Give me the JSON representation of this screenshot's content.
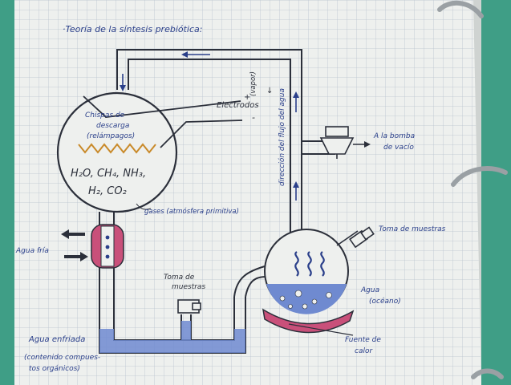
{
  "title": "·Teoría de la síntesis prebiótica:",
  "labels": {
    "electrodos": "Electrodos",
    "plus": "+",
    "minus": "-",
    "chispas": [
      "Chispas de",
      "descarga",
      "(relámpagos)"
    ],
    "molecules_line1": "H₂O, CH₄, NH₃,",
    "molecules_line2": "H₂, CO₂",
    "gases": "gases (atmósfera primitiva)",
    "vapor": [
      "(vapor)",
      "↓"
    ],
    "direccion_flujo": "dirección del flujo del agua",
    "bomba_vacio": [
      "A la bomba",
      "de vacío"
    ],
    "agua_fria": "Agua fría",
    "toma_muestras_top": "Toma de muestras",
    "toma_muestras_mid": [
      "Toma de",
      "muestras"
    ],
    "agua_oceano": [
      "Agua",
      "(océano)"
    ],
    "agua_enfriada": "Agua enfriada",
    "contenido": [
      "(contenido compues-",
      "tos orgánicos)"
    ],
    "fuente_calor": [
      "Fuente de",
      "calor"
    ]
  },
  "colors": {
    "paper": "#eef0ee",
    "grid": "#b9c4cf",
    "ink": "#2b2f3a",
    "blue_text": "#2a3f8a",
    "water": "#6f8ad0",
    "pink": "#c9507a",
    "binder_green": "#3f9e86",
    "spark_orange": "#c98a2a"
  }
}
